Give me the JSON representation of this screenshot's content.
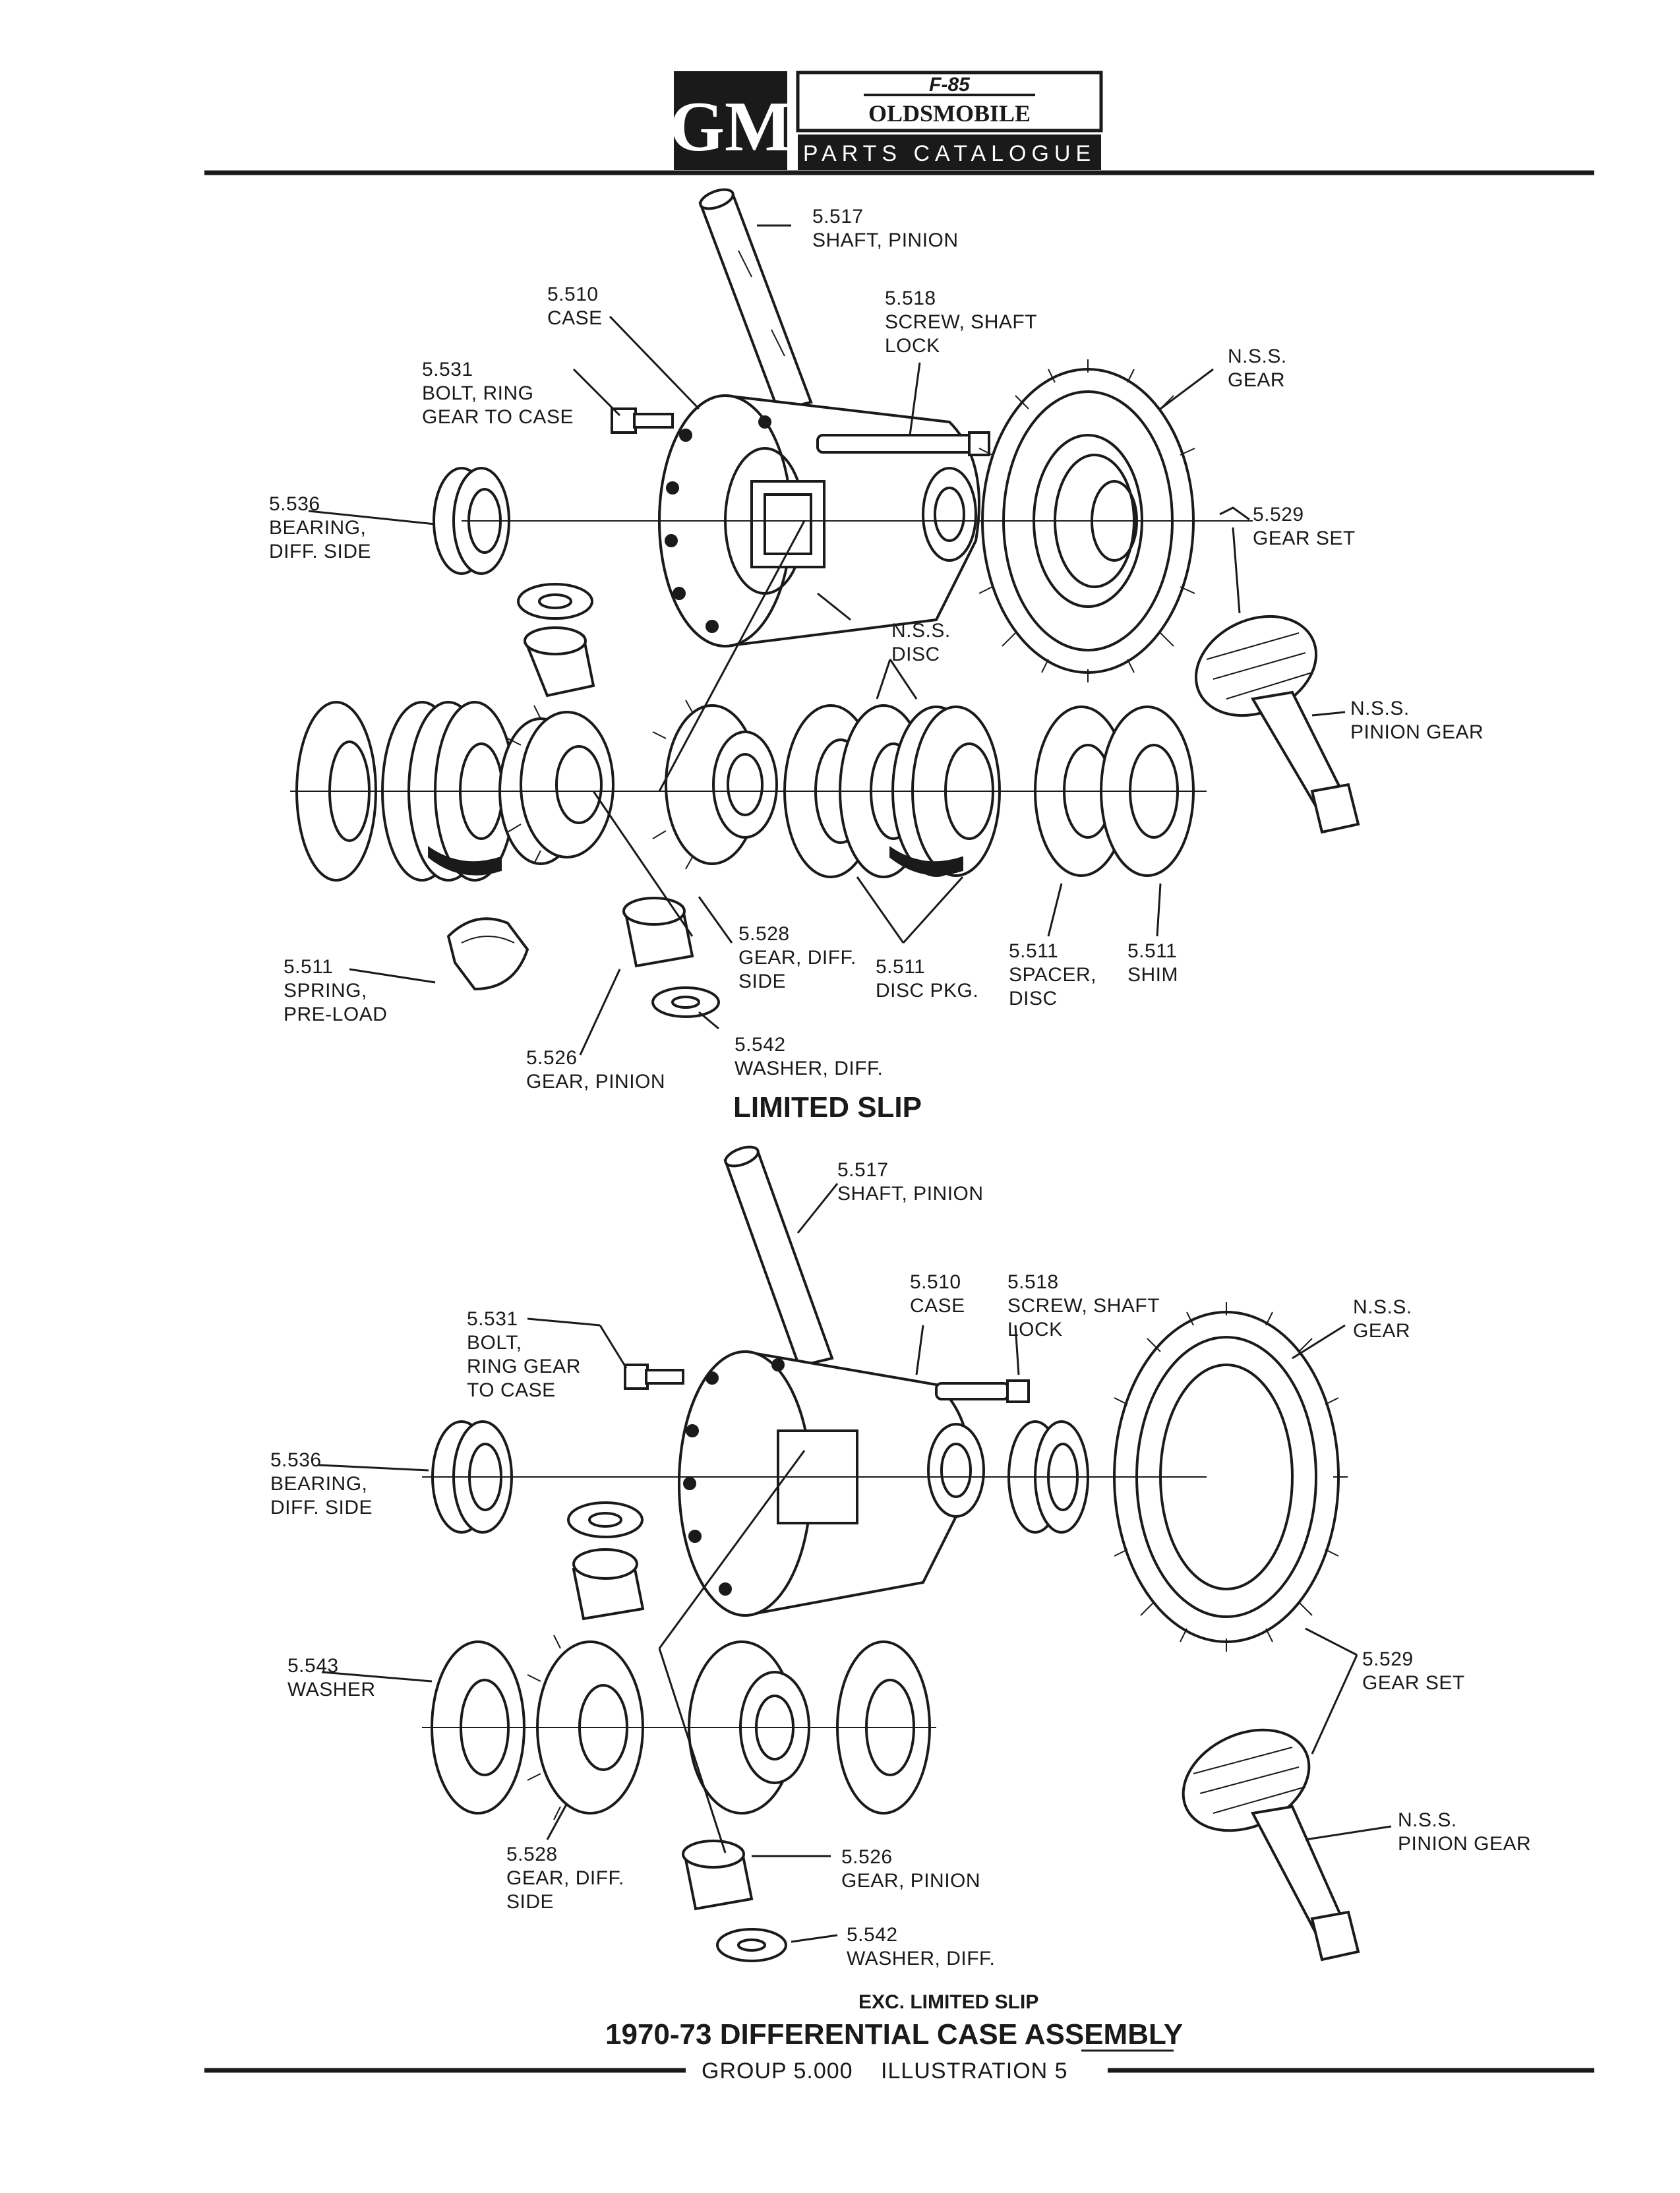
{
  "header": {
    "logo_letters": "GM",
    "brand_emblem": "F-85",
    "brand_name": "OLDSMOBILE",
    "catalogue_name": "PARTS CATALOGUE"
  },
  "upper_diagram": {
    "title": "LIMITED SLIP",
    "callouts": [
      {
        "number": "5.517",
        "text": "SHAFT, PINION"
      },
      {
        "number": "5.510",
        "text": "CASE"
      },
      {
        "number": "5.518",
        "line1": "SCREW, SHAFT",
        "line2": "LOCK"
      },
      {
        "number": "N.S.S.",
        "text": "GEAR"
      },
      {
        "number": "5.531",
        "line1": "BOLT, RING",
        "line2": "GEAR TO CASE"
      },
      {
        "number": "5.536",
        "line1": "BEARING,",
        "line2": "DIFF. SIDE"
      },
      {
        "number": "5.529",
        "text": "GEAR SET"
      },
      {
        "number": "N.S.S.",
        "text": "DISC"
      },
      {
        "number": "N.S.S.",
        "text": "PINION GEAR"
      },
      {
        "number": "5.511",
        "line1": "SPRING,",
        "line2": "PRE-LOAD"
      },
      {
        "number": "5.528",
        "line1": "GEAR, DIFF.",
        "line2": "SIDE"
      },
      {
        "number": "5.511",
        "text": "DISC PKG."
      },
      {
        "number": "5.511",
        "line1": "SPACER,",
        "line2": "DISC"
      },
      {
        "number": "5.511",
        "text": "SHIM"
      },
      {
        "number": "5.526",
        "text": "GEAR, PINION"
      },
      {
        "number": "5.542",
        "text": "WASHER, DIFF."
      }
    ]
  },
  "lower_diagram": {
    "title": "EXC. LIMITED SLIP",
    "callouts": [
      {
        "number": "5.517",
        "text": "SHAFT, PINION"
      },
      {
        "number": "5.510",
        "text": "CASE"
      },
      {
        "number": "5.518",
        "line1": "SCREW, SHAFT",
        "line2": "LOCK"
      },
      {
        "number": "N.S.S.",
        "text": "GEAR"
      },
      {
        "number": "5.531",
        "line1": "BOLT,",
        "line2": "RING GEAR",
        "line3": "TO CASE"
      },
      {
        "number": "5.536",
        "line1": "BEARING,",
        "line2": "DIFF. SIDE"
      },
      {
        "number": "5.543",
        "text": "WASHER"
      },
      {
        "number": "5.529",
        "text": "GEAR SET"
      },
      {
        "number": "N.S.S.",
        "text": "PINION GEAR"
      },
      {
        "number": "5.528",
        "line1": "GEAR, DIFF.",
        "line2": "SIDE"
      },
      {
        "number": "5.526",
        "text": "GEAR, PINION"
      },
      {
        "number": "5.542",
        "text": "WASHER, DIFF."
      }
    ]
  },
  "page_title": "1970-73 DIFFERENTIAL CASE ASSEMBLY",
  "footer": {
    "group": "GROUP 5.000",
    "illustration": "ILLUSTRATION 5"
  }
}
